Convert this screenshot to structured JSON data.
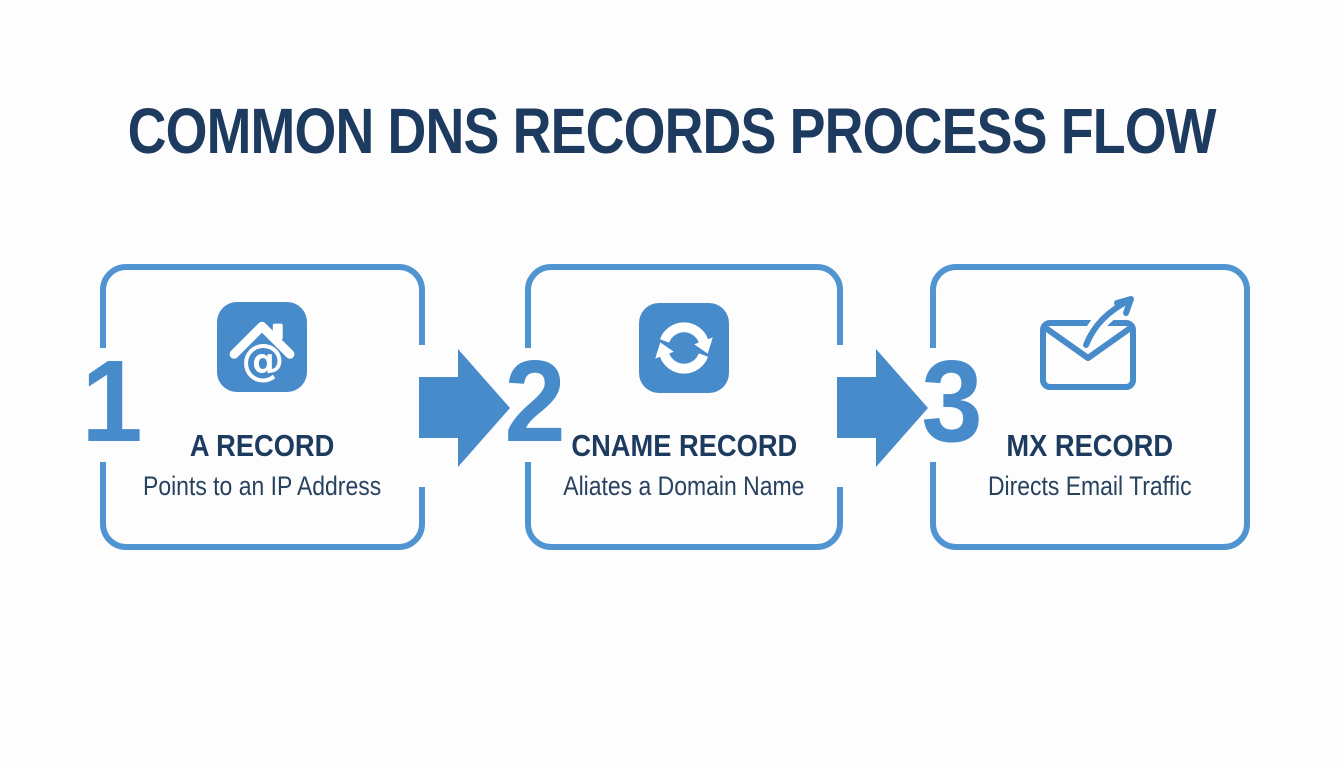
{
  "title": "COMMON DNS RECORDS PROCESS FLOW",
  "colors": {
    "accent_blue": "#478bcb",
    "box_border_blue": "#5094d2",
    "heading_navy": "#1d3a5f",
    "description_navy": "#27425f",
    "background": "#fdfdfe"
  },
  "steps": [
    {
      "number": "1",
      "icon": "house-at-icon",
      "name": "A RECORD",
      "description": "Points to an IP Address"
    },
    {
      "number": "2",
      "icon": "sync-arrows-icon",
      "name": "CNAME RECORD",
      "description": "Aliates a Domain Name"
    },
    {
      "number": "3",
      "icon": "email-send-icon",
      "name": "MX RECORD",
      "description": "Directs Email Traffic"
    }
  ],
  "connectors": [
    {
      "type": "arrow-right"
    },
    {
      "type": "arrow-right"
    }
  ]
}
